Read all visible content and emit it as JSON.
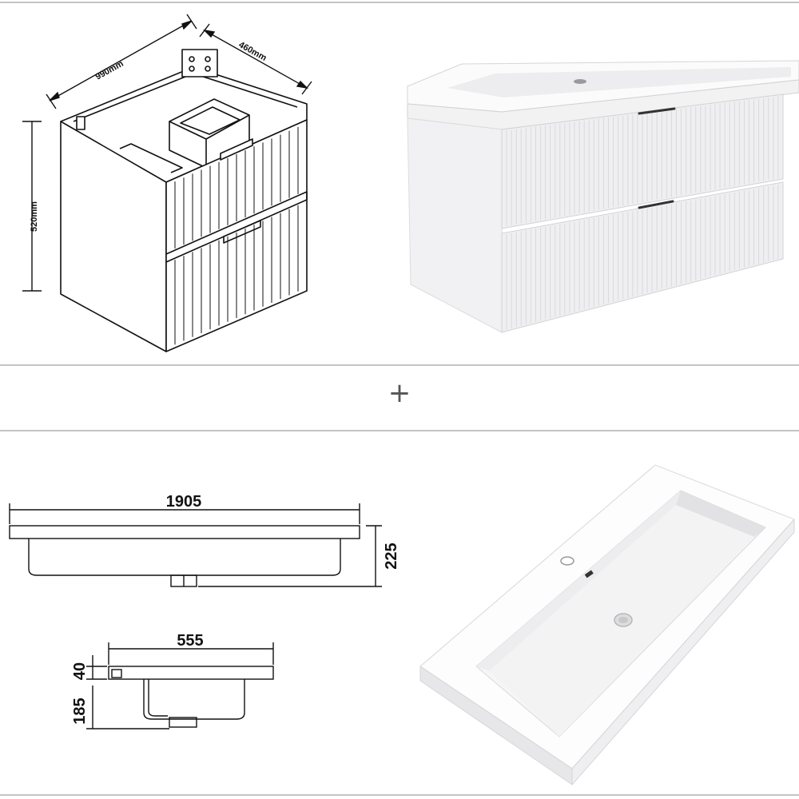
{
  "cabinet_dims": {
    "width": "990mm",
    "depth": "460mm",
    "height": "520mm"
  },
  "separator": {
    "symbol": "+"
  },
  "basin_dims": {
    "length": "1905",
    "height": "225",
    "depth": "555",
    "rim": "40",
    "bowl": "185"
  },
  "colors": {
    "line": "#111111",
    "rule": "#c4c4c4",
    "cabinet_white": "#f4f4f5",
    "cabinet_shade": "#e2e3e6",
    "basin_white": "#fafafa"
  }
}
